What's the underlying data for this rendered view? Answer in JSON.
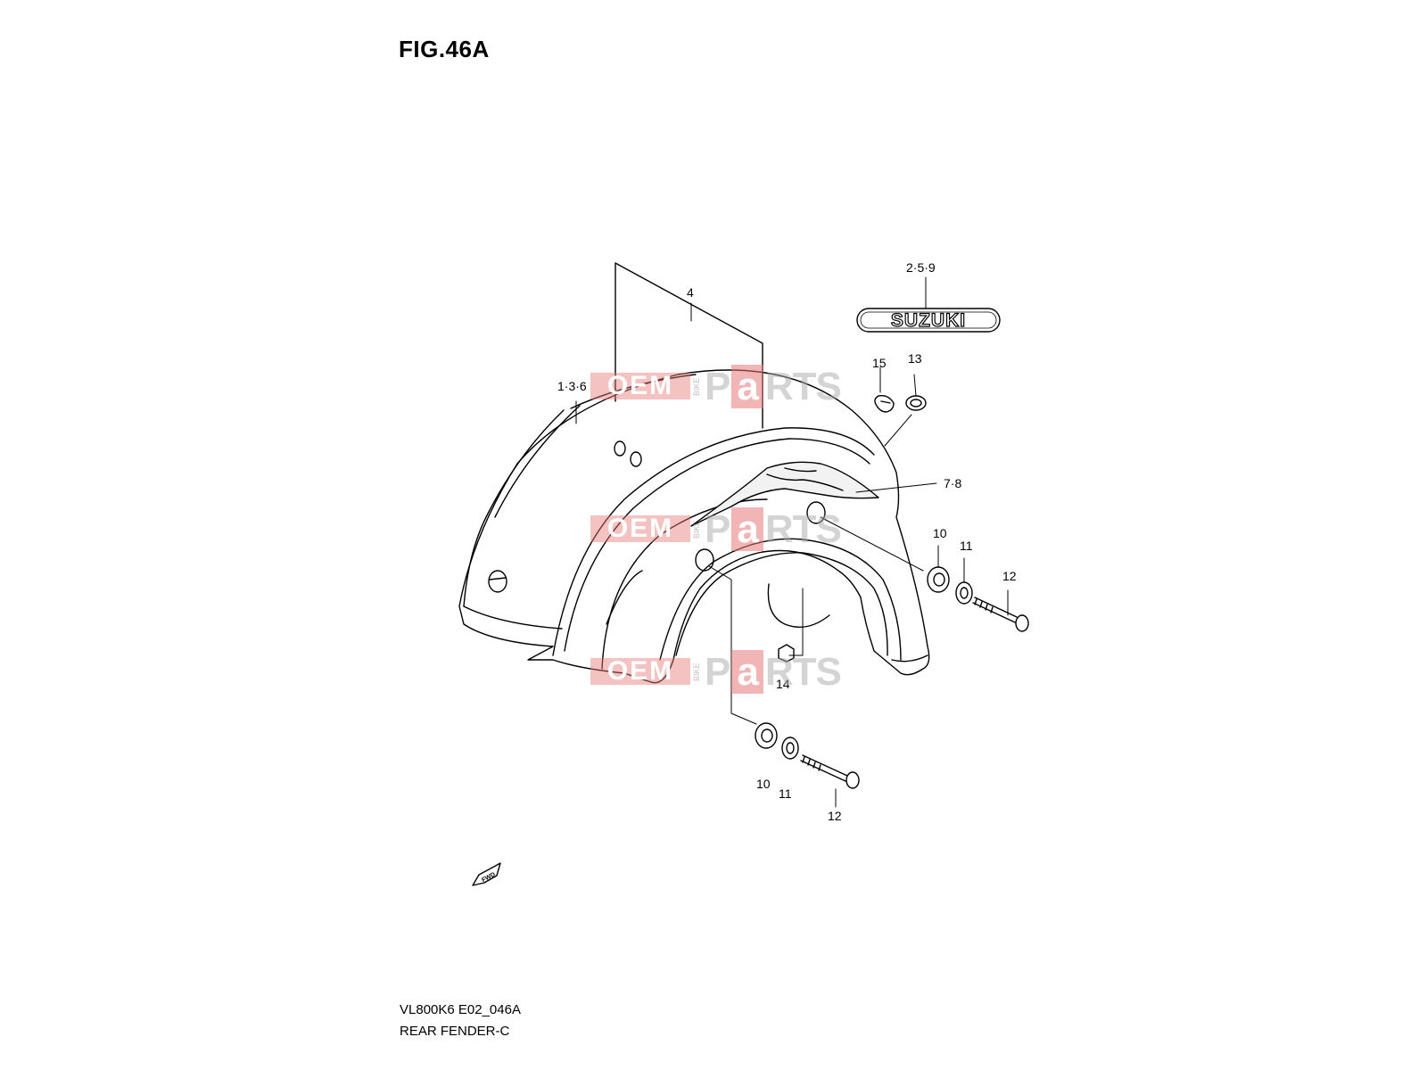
{
  "figure": {
    "title": "FIG.46A",
    "model_code": "VL800K6 E02_046A",
    "name": "REAR FENDER-C"
  },
  "emblem": {
    "text": "SUZUKI"
  },
  "fwd_arrow": {
    "text": "FWD"
  },
  "callouts": {
    "c4": "4",
    "c259": "2·5·9",
    "c136": "1·3·6",
    "c15": "15",
    "c13": "13",
    "c78": "7·8",
    "c10a": "10",
    "c11a": "11",
    "c12a": "12",
    "c14": "14",
    "c10b": "10",
    "c11b": "11",
    "c12b": "12"
  },
  "watermark": {
    "oem": "OEM",
    "bike": "BIKE",
    "p": "P",
    "a": "a",
    "rts": "RTS"
  }
}
